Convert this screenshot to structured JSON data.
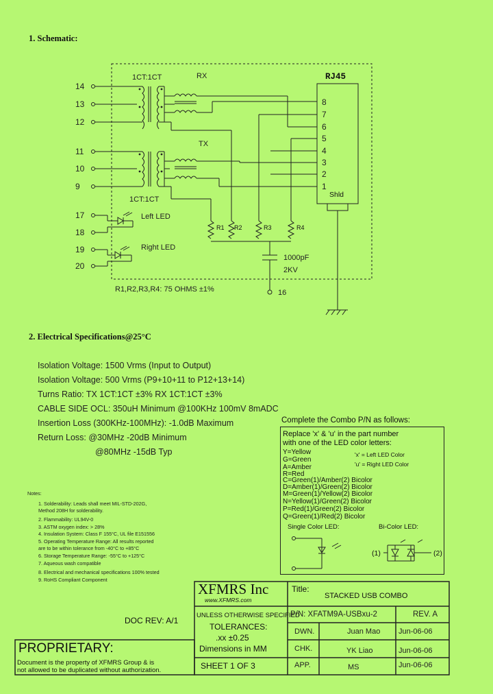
{
  "schematic": {
    "heading": "1. Schematic:",
    "xfmr_label_top": "1CT:1CT",
    "xfmr_label_bottom": "1CT:1CT",
    "rx": "RX",
    "tx": "TX",
    "connector": "RJ45",
    "shield": "Shld",
    "left_pins": [
      "14",
      "13",
      "12",
      "11",
      "10",
      "9"
    ],
    "rj_pins": [
      "8",
      "7",
      "6",
      "5",
      "4",
      "3",
      "2",
      "1"
    ],
    "led_pins": [
      "17",
      "18",
      "19",
      "20"
    ],
    "left_led": "Left LED",
    "right_led": "Right LED",
    "resistors": [
      "R1",
      "R2",
      "R3",
      "R4"
    ],
    "cap_value": "1000pF",
    "cap_voltage": "2KV",
    "resistor_note": "R1,R2,R3,R4: 75 OHMS ±1%",
    "ground_pin": "16"
  },
  "electrical": {
    "heading": "2. Electrical Specifications@25°C",
    "lines": [
      "Isolation Voltage:  1500 Vrms (Input to Output)",
      "Isolation Voltage:  500 Vrms (P9+10+11 to P12+13+14)",
      "Turns Ratio: TX 1CT:1CT ±3%  RX 1CT:1CT ±3%",
      "CABLE SIDE OCL: 350uH Minimum @100KHz 100mV 8mADC",
      "Insertion Loss (300KHz-100MHz): -1.0dB Maximum",
      "Return Loss: @30MHz   -20dB Minimum",
      "@80MHz   -15dB Typ"
    ]
  },
  "notes": {
    "title": "Notes:",
    "items": [
      "1. Solderability: Leads shall meet MIL-STD-202G,",
      "    Method 208H for solderability.",
      "2. Flammability: UL94V-0",
      "3. ASTM oxygen index: > 28%",
      "4. Insulation System: Class F 155°C, UL file E151556",
      "5. Operating Temperature Range: All results reported",
      "    are to be within tolerance from -40°C to +85°C",
      "6. Storage Temperature Range: -55°C to +125°C",
      "7. Aqueous wash compatible",
      "8. Electrical and mechanical specifications 100% tested",
      "9. RoHS Compliant Component"
    ]
  },
  "combo": {
    "heading": "Complete the Combo P/N as follows:",
    "intro": [
      "Replace 'x' & 'u' in the part number",
      "with one of the LED color letters:"
    ],
    "codes": [
      "Y=Yellow",
      "G=Green",
      "A=Amber",
      "R=Red",
      "C=Green(1)/Amber(2)  Bicolor",
      "D=Amber(1)/Green(2)  Bicolor",
      "M=Green(1)/Yellow(2)  Bicolor",
      "N=Yellow(1)/Green(2)  Bicolor",
      "P=Red(1)/Green(2)  Bicolor",
      "Q=Green(1)/Red(2)  Bicolor"
    ],
    "x_note": "'x' = Left LED Color",
    "u_note": "'u' = Right LED Color",
    "single_led": "Single Color LED:",
    "bi_led": "Bi-Color LED:",
    "bi_1": "(1)",
    "bi_2": "(2)"
  },
  "title_block": {
    "doc_rev": "DOC REV: A/1",
    "company": "XFMRS Inc",
    "website": "www.XFMRS.com",
    "title_label": "Title:",
    "title": "STACKED USB COMBO",
    "unless": "UNLESS OTHERWISE SPECIFIED",
    "tolerances": "TOLERANCES:",
    "tol_value": ".xx  ±0.25",
    "dimensions": "Dimensions in MM",
    "sheet": "SHEET  1  OF  3",
    "pn": "P/N: XFATM9A-USBxu-2",
    "rev": "REV. A",
    "rows": [
      {
        "label": "DWN.",
        "name": "Juan Mao",
        "date": "Jun-06-06"
      },
      {
        "label": "CHK.",
        "name": "YK Liao",
        "date": "Jun-06-06"
      },
      {
        "label": "APP.",
        "name": "MS",
        "date": "Jun-06-06"
      }
    ],
    "proprietary": "PROPRIETARY:",
    "prop_line1": "Document is the property of XFMRS Group & is",
    "prop_line2": "not allowed to be duplicated without authorization."
  },
  "colors": {
    "background": "#b6f772",
    "ink": "#111111"
  }
}
